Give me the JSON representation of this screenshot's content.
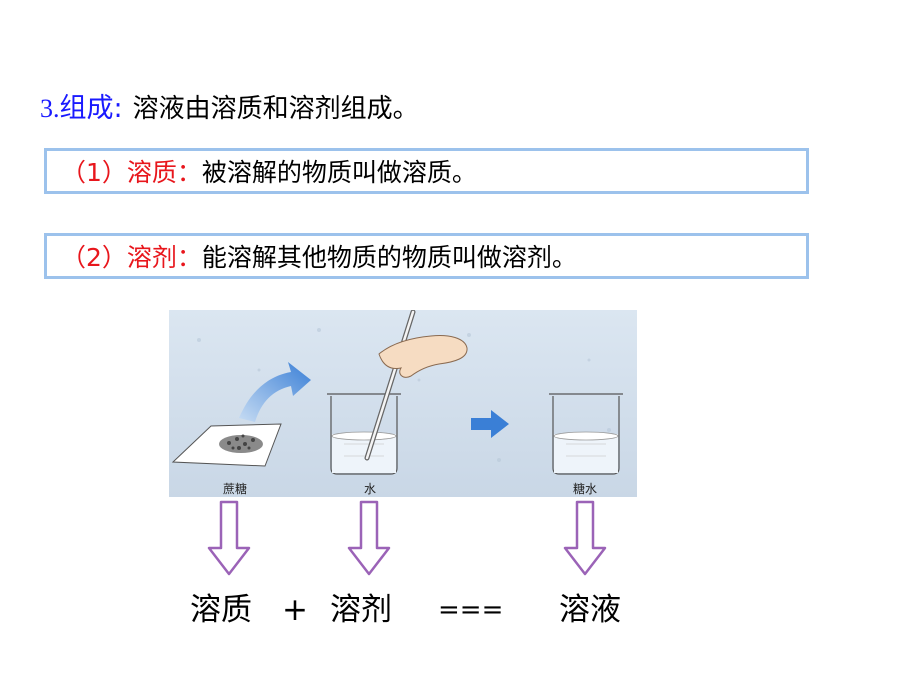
{
  "heading": {
    "number": "3.",
    "label": "组成:",
    "text": "溶液由溶质和溶剂组成。"
  },
  "definitions": [
    {
      "tag": "（1）溶质：",
      "text": "被溶解的物质叫做溶质。"
    },
    {
      "tag": "（2）溶剂：",
      "text": "能溶解其他物质的物质叫做溶剂。"
    }
  ],
  "figure": {
    "labels": {
      "sugar": "蔗糖",
      "water": "水",
      "sugar_water": "糖水"
    }
  },
  "equation": {
    "solute": "溶质",
    "plus": "+",
    "solvent": "溶剂",
    "equals": "===",
    "solution": "溶液"
  },
  "colors": {
    "heading_blue": "#1a1aff",
    "tag_red": "#e8161c",
    "box_border": "#9cc2ec",
    "arrow_purple": "#9b63b7"
  }
}
